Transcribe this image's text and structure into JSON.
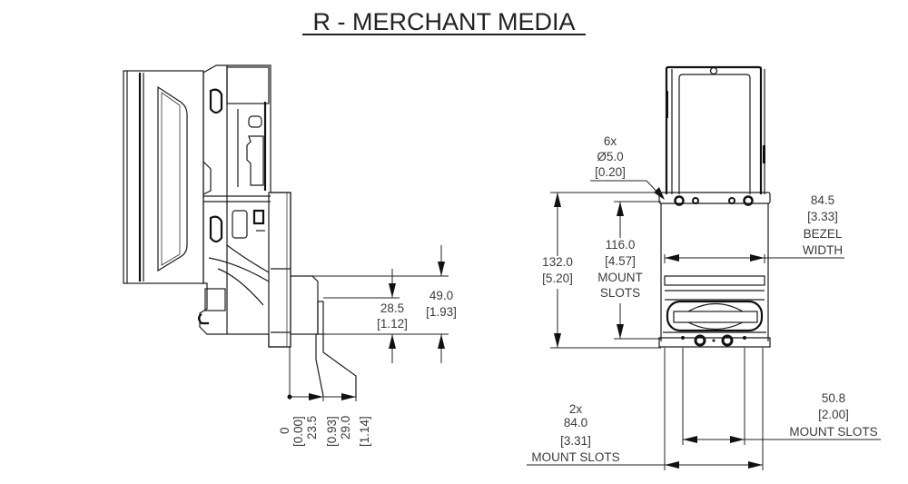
{
  "title": "R - MERCHANT MEDIA",
  "side_view": {
    "depths": [
      {
        "mm": "0",
        "in": "[0.00]"
      },
      {
        "mm": "23.5",
        "in": "[0.93]"
      },
      {
        "mm": "29.0",
        "in": "[1.14]"
      }
    ],
    "height_inner": {
      "mm": "28.5",
      "in": "[1.12]"
    },
    "height_outer": {
      "mm": "49.0",
      "in": "[1.93]"
    }
  },
  "front_view": {
    "holes": {
      "count": "6x",
      "dia": "Ø5.0",
      "in": "[0.20]"
    },
    "overall_height": {
      "mm": "132.0",
      "in": "[5.20]"
    },
    "mount_slot_height": {
      "mm": "116.0",
      "in": "[4.57]",
      "l1": "MOUNT",
      "l2": "SLOTS"
    },
    "bezel_width": {
      "mm": "84.5",
      "in": "[3.33]",
      "l1": "BEZEL",
      "l2": "WIDTH"
    },
    "mount_slots_wide": {
      "count": "2x",
      "mm": "84.0",
      "in": "[3.31]",
      "label": "MOUNT SLOTS"
    },
    "mount_slots_narrow": {
      "mm": "50.8",
      "in": "[2.00]",
      "label": "MOUNT SLOTS"
    }
  }
}
